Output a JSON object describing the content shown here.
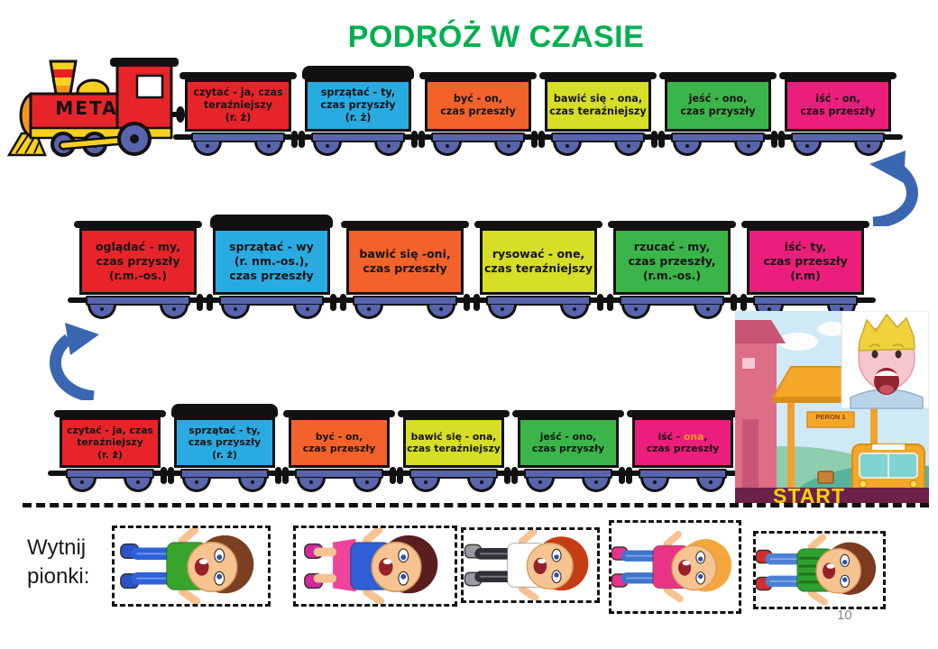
{
  "title": "PODRÓŻ W CZASIE",
  "page_number": "10",
  "cut_label": {
    "line1": "Wytnij",
    "line2": "pionki:"
  },
  "locomotive": {
    "label": "META"
  },
  "start_board": {
    "label": "START",
    "platform_sign": "PERON 1"
  },
  "palette": {
    "title_green": "#00B050",
    "arrow_blue": "#3A67B1",
    "underframe_blue": "#5864AE",
    "start_banner": "#6B2148",
    "start_text_yellow": "#F2D200"
  },
  "wagon_colors": {
    "red": "#E8242B",
    "blue": "#29ABE2",
    "orange": "#F3622B",
    "yellow": "#D6DE26",
    "green": "#3BB54A",
    "pink": "#EC1E7B"
  },
  "rows": [
    {
      "name": "top-row-to-meta",
      "wagons": [
        {
          "color": "red",
          "lines": [
            "czytać - ja, czas",
            "teraźniejszy",
            "(r. ż)"
          ]
        },
        {
          "color": "blue",
          "lines": [
            "sprzątać - ty,",
            "czas przyszły",
            "(r. ż)"
          ]
        },
        {
          "color": "orange",
          "lines": [
            "być - on,",
            "czas przeszły"
          ]
        },
        {
          "color": "yellow",
          "lines": [
            "bawić się - ona,",
            "czas teraźniejszy"
          ]
        },
        {
          "color": "green",
          "lines": [
            "jeść - ono,",
            "czas przyszły"
          ]
        },
        {
          "color": "pink",
          "lines": [
            "iść - on,",
            "czas przeszły"
          ]
        }
      ]
    },
    {
      "name": "middle-row",
      "wagons": [
        {
          "color": "red",
          "lines": [
            "oglądać - my,",
            "czas przyszły",
            "(r.m.-os.)"
          ]
        },
        {
          "color": "blue",
          "lines": [
            "sprzątać - wy",
            "(r. nm.-os.),",
            "czas przeszły"
          ]
        },
        {
          "color": "orange",
          "lines": [
            "bawić się -oni,",
            "czas przeszły"
          ]
        },
        {
          "color": "yellow",
          "lines": [
            "rysować - one,",
            "czas teraźniejszy"
          ]
        },
        {
          "color": "green",
          "lines": [
            "rzucać - my,",
            "czas przeszły,",
            "(r.m.-os.)"
          ]
        },
        {
          "color": "pink",
          "lines": [
            "iść- ty,",
            "czas przeszły",
            "(r.m)"
          ]
        }
      ]
    },
    {
      "name": "bottom-row-from-start",
      "wagons": [
        {
          "color": "red",
          "lines": [
            "czytać - ja, czas",
            "teraźniejszy",
            "(r. ż)"
          ]
        },
        {
          "color": "blue",
          "lines": [
            "sprzątać - ty,",
            "czas przyszły",
            "(r. ż)"
          ]
        },
        {
          "color": "orange",
          "lines": [
            "być - on,",
            "czas przeszły"
          ]
        },
        {
          "color": "yellow",
          "lines": [
            "bawić się - ona,",
            "czas teraźniejszy"
          ]
        },
        {
          "color": "green",
          "lines": [
            "jeść - ono,",
            "czas przyszły"
          ]
        },
        {
          "color": "pink",
          "lines": [
            "iść - ona,",
            "czas przeszły"
          ],
          "accent": {
            "word": "ona",
            "color": "#F7941D"
          }
        }
      ]
    }
  ],
  "pawns": [
    {
      "name": "boy-green-shirt",
      "hair": "#7B3F22",
      "shirt": "#37A52C",
      "pants": "#2D63D9",
      "shoes": "#2D52C8"
    },
    {
      "name": "girl-dark-braids",
      "hair": "#5A1E20",
      "shirt": "#2E5FD7",
      "pants": "#F0439B",
      "shoes": "#D6279E",
      "skirt": true
    },
    {
      "name": "boy-red-hair",
      "hair": "#C63D14",
      "shirt": "#FFFFFF",
      "pants": "#2F2F38",
      "shoes": "#9A9AA4"
    },
    {
      "name": "girl-orange-hair",
      "hair": "#F5A63C",
      "shirt": "#E93387",
      "pants": "#3F74CE",
      "shoes": "#E8318C"
    },
    {
      "name": "boy-striped-shirt",
      "hair": "#7A3B1E",
      "shirt": "#2FA12C",
      "pants": "#4B80D5",
      "shoes": "#D42D2D",
      "stripes": true
    }
  ]
}
